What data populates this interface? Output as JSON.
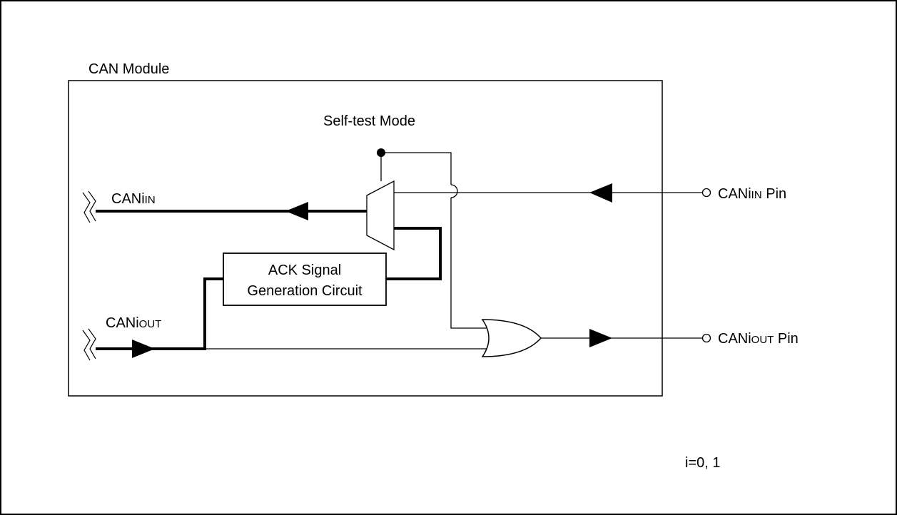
{
  "diagram": {
    "module_label": "CAN Module",
    "self_test_label": "Self-test Mode",
    "ack_block": {
      "line1": "ACK Signal",
      "line2": "Generation Circuit"
    },
    "signals": {
      "caniin": {
        "prefix": "CANi",
        "suffix": "IN"
      },
      "caniout": {
        "prefix": "CANi",
        "suffix": "OUT"
      }
    },
    "pins": {
      "caniin_pin": {
        "prefix": "CANi",
        "suffix": "IN",
        "after": " Pin"
      },
      "caniout_pin": {
        "prefix": "CANi",
        "suffix": "OUT",
        "after": " Pin"
      }
    },
    "note": "i=0, 1"
  }
}
